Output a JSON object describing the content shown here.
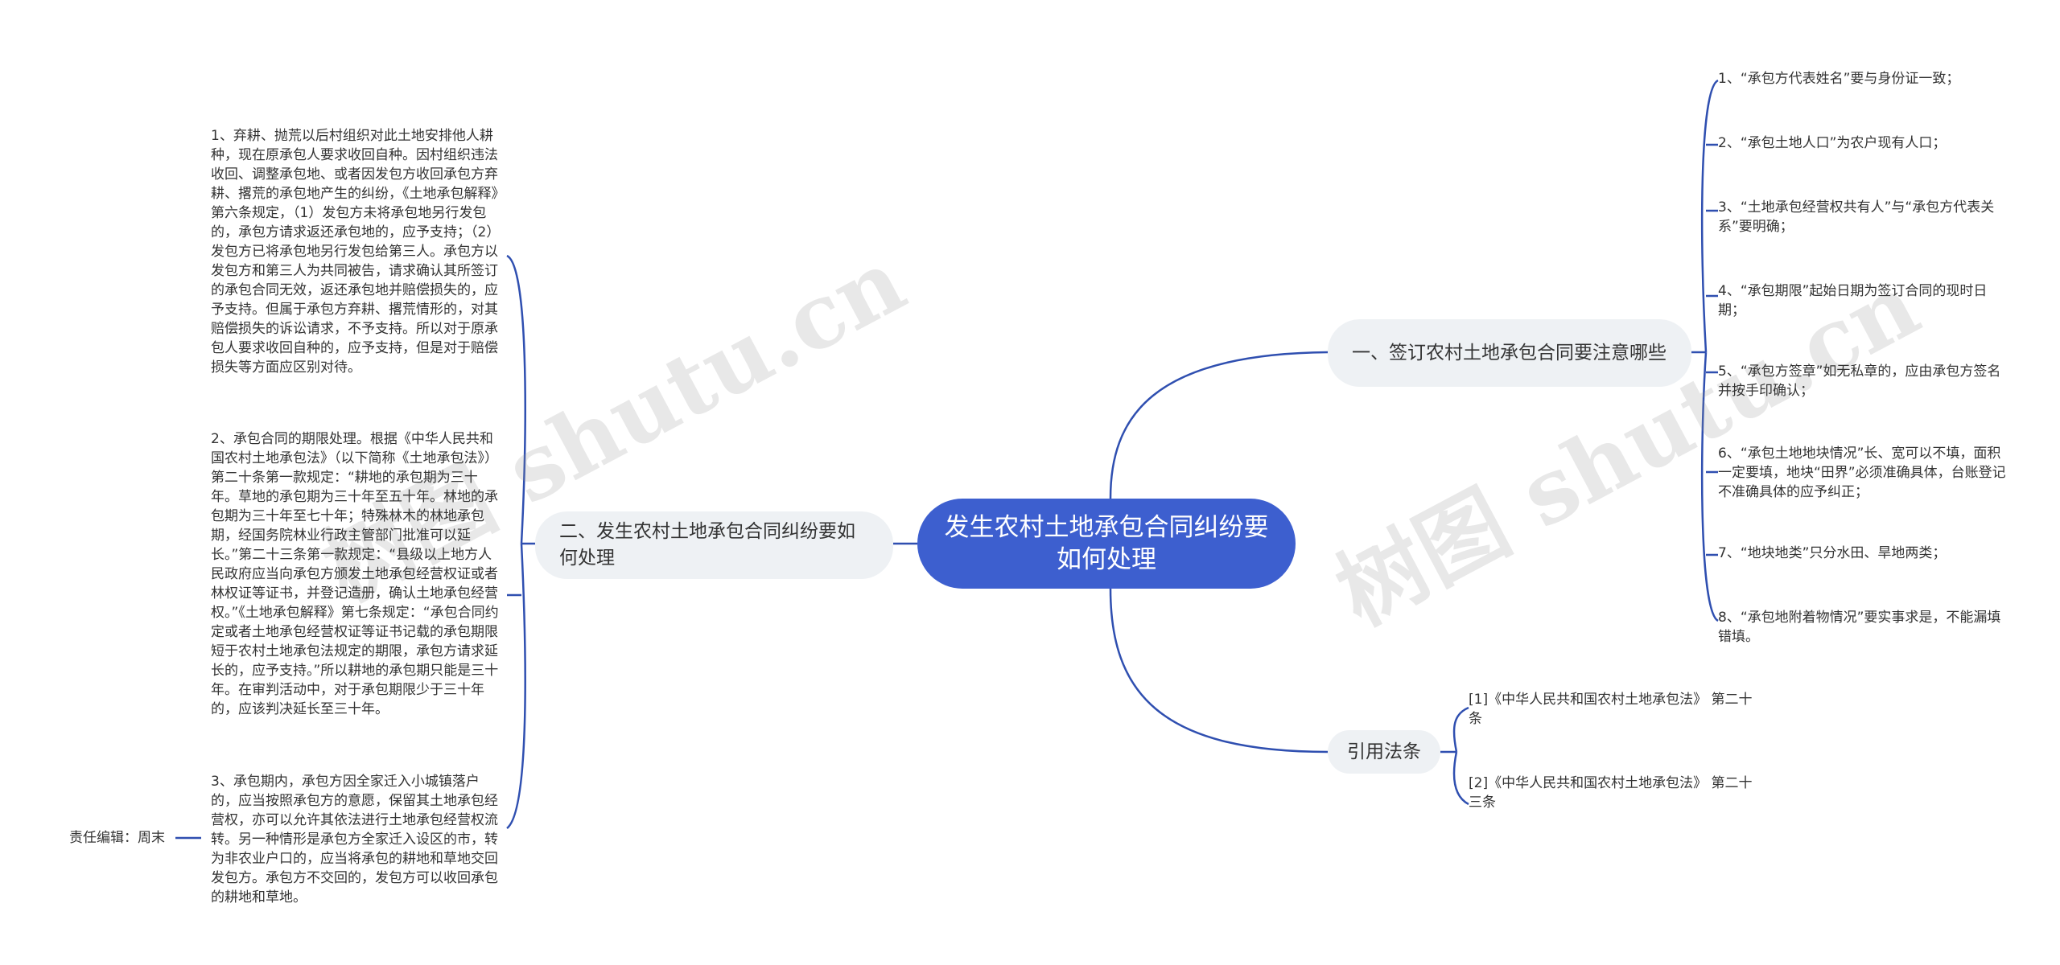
{
  "root": {
    "title": "发生农村土地承包合同纠纷要如何处理"
  },
  "branches": {
    "b1": {
      "title": "一、签订农村土地承包合同要注意哪些"
    },
    "b2": {
      "title": "二、发生农村土地承包合同纠纷要如何处理"
    },
    "b3": {
      "title": "引用法条"
    }
  },
  "b1_items": [
    "1、“承包方代表姓名”要与身份证一致；",
    "2、“承包土地人口”为农户现有人口；",
    "3、“土地承包经营权共有人”与“承包方代表关系”要明确；",
    "4、“承包期限”起始日期为签订合同的现时日期；",
    "5、“承包方签章”如无私章的，应由承包方签名并按手印确认；",
    "6、“承包土地地块情况”长、宽可以不填，面积一定要填，地块“田界”必须准确具体，台账登记不准确具体的应予纠正；",
    "7、“地块地类”只分水田、旱地两类；",
    "8、“承包地附着物情况”要实事求是，不能漏填错填。"
  ],
  "b2_items": [
    "1、弃耕、抛荒以后村组织对此土地安排他人耕种，现在原承包人要求收回自种。因村组织违法收回、调整承包地、或者因发包方收回承包方弃耕、撂荒的承包地产生的纠纷，《土地承包解释》第六条规定，（1）发包方未将承包地另行发包的，承包方请求返还承包地的，应予支持；（2）发包方已将承包地另行发包给第三人。承包方以发包方和第三人为共同被告，请求确认其所签订的承包合同无效，返还承包地并赔偿损失的，应予支持。但属于承包方弃耕、撂荒情形的，对其赔偿损失的诉讼请求，不予支持。所以对于原承包人要求收回自种的，应予支持，但是对于赔偿损失等方面应区别对待。",
    "2、承包合同的期限处理。根据《中华人民共和国农村土地承包法》（以下简称《土地承包法》）第二十条第一款规定：“耕地的承包期为三十年。草地的承包期为三十年至五十年。林地的承包期为三十年至七十年；特殊林木的林地承包期，经国务院林业行政主管部门批准可以延长。”第二十三条第一款规定：“县级以上地方人民政府应当向承包方颁发土地承包经营权证或者林权证等证书，并登记造册，确认土地承包经营权。”《土地承包解释》第七条规定：“承包合同约定或者土地承包经营权证等证书记载的承包期限短于农村土地承包法规定的期限，承包方请求延长的，应予支持。”所以耕地的承包期只能是三十年。在审判活动中，对于承包期限少于三十年的，应该判决延长至三十年。",
    "3、承包期内，承包方因全家迁入小城镇落户的，应当按照承包方的意愿，保留其土地承包经营权，亦可以允许其依法进行土地承包经营权流转。另一种情形是承包方全家迁入设区的市，转为非农业户口的，应当将承包的耕地和草地交回发包方。承包方不交回的，发包方可以收回承包的耕地和草地。"
  ],
  "b2_sub3_child": "责任编辑：周末",
  "b3_items": [
    "[1]《中华人民共和国农村土地承包法》 第二十条",
    "[2]《中华人民共和国农村土地承包法》 第二十三条"
  ],
  "watermark": [
    "树图 shutu.cn",
    "树图 shutu.cn"
  ],
  "colors": {
    "root": "#3d5fcf",
    "branch_bg": "#eef1f4",
    "line": "#2f4fb0"
  }
}
